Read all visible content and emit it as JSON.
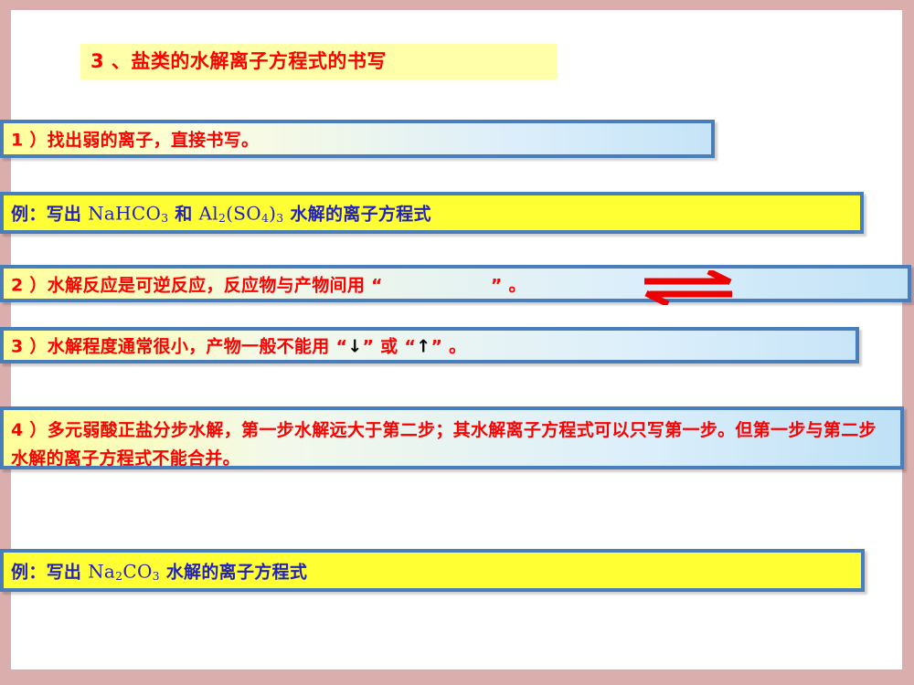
{
  "slide": {
    "title": "3 、盐类的水解离子方程式的书写",
    "title_color": "#ff0000",
    "title_highlight_color": "#ffffaa",
    "background_color": "#dbaeae",
    "canvas_color": "#ffffff",
    "box_border_color": "#4a7ebb"
  },
  "boxes": [
    {
      "id": "step-1",
      "text": "1 ）找出弱的离子，直接书写。",
      "text_color": "#ff0000",
      "fill": "yellow-to-blue gradient"
    },
    {
      "id": "example-1",
      "prefix": "例：写出 ",
      "formula_1": "NaHCO",
      "formula_1_sub": "3",
      "middle": " 和 ",
      "formula_2_a": "Al",
      "formula_2_a_sub": "2",
      "formula_2_b": "(SO",
      "formula_2_b_sub": "4",
      "formula_2_c": ")",
      "formula_2_c_sub": "3",
      "suffix": " 水解的离子方程式",
      "text_color": "#2222bb",
      "fill": "#ffff33"
    },
    {
      "id": "step-2",
      "text_before": "2 ）水解反应是可逆反应，反应物与产物间用 “",
      "text_after": "” 。",
      "text_color": "#ff0000",
      "fill": "yellow-to-blue gradient",
      "symbol": "reversible-reaction-arrow",
      "symbol_color": "#ee0000"
    },
    {
      "id": "step-3",
      "segment_1": "3 ）水解程度通常很小，产物一般不能用 “",
      "arrow_down": "↓",
      "segment_2": "” 或 “",
      "arrow_up": "↑",
      "segment_3": "” 。",
      "text_color": "#ff0000",
      "arrow_color": "#000000",
      "fill": "yellow-to-blue gradient"
    },
    {
      "id": "step-4",
      "text": "4 ）多元弱酸正盐分步水解，第一步水解远大于第二步；其水解离子方程式可以只写第一步。但第一步与第二步水解的离子方程式不能合并。",
      "text_color": "#ff0000",
      "fill": "yellow-to-blue gradient"
    },
    {
      "id": "example-2",
      "prefix": "例：写出 ",
      "formula_a": "Na",
      "formula_a_sub": "2",
      "formula_b": "CO",
      "formula_b_sub": "3",
      "suffix": " 水解的离子方程式",
      "text_color": "#2222bb",
      "fill": "#ffff33"
    }
  ]
}
